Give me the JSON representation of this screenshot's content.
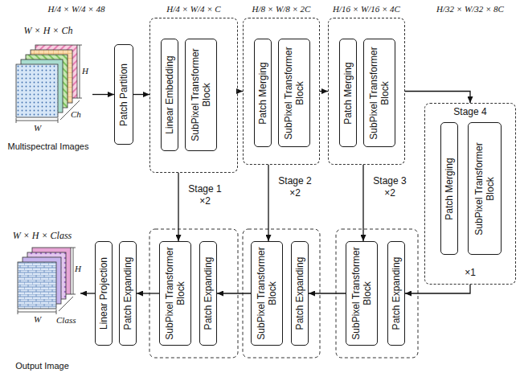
{
  "diagram": {
    "nodes": [
      {
        "text": [
          "W × H × Ch",
          "Multispectral Images"
        ]
      },
      {
        "text": [
          "Patch Partition"
        ]
      },
      {
        "text": [
          "Stage 1 ×2"
        ]
      },
      {
        "text": [
          "Linear Embedding"
        ],
        "in": 2
      },
      {
        "text": [
          "SubPixel Transformer Block"
        ],
        "in": 2
      },
      {
        "text": [
          "Stage 2 ×2"
        ]
      },
      {
        "text": [
          "Patch Merging"
        ],
        "in": 5
      },
      {
        "text": [
          "SubPixel Transformer Block"
        ],
        "in": 5
      },
      {
        "text": [
          "Stage 3 ×2"
        ]
      },
      {
        "text": [
          "Patch Merging"
        ],
        "in": 8
      },
      {
        "text": [
          "SubPixel Transformer Block"
        ],
        "in": 8
      },
      {
        "text": [
          "Stage 4",
          "×1"
        ]
      },
      {
        "text": [
          "Patch Merging"
        ],
        "in": 11
      },
      {
        "text": [
          "SubPixel Transformer Block"
        ],
        "in": 11
      },
      {
        "text": [
          "Linear Projection"
        ]
      },
      {
        "text": [
          "Patch Expanding"
        ]
      },
      {
        "text": [
          "SubPixel Transformer Block"
        ]
      },
      {
        "text": [
          "Patch Expanding"
        ]
      },
      {
        "text": [
          "SubPixel Transformer Block"
        ]
      },
      {
        "text": [
          "Patch Expanding"
        ]
      },
      {
        "text": [
          "SubPixel Transformer Block"
        ]
      },
      {
        "text": [
          "Patch Expanding"
        ]
      },
      {
        "text": [
          "W × H × Class",
          "Output Image"
        ]
      }
    ],
    "edges": [
      {
        "from": 0,
        "to": 1,
        "arrow": "to"
      },
      {
        "from": 1,
        "to": 2,
        "arrow": "to"
      },
      {
        "from": 2,
        "to": 5,
        "arrow": "to"
      },
      {
        "from": 5,
        "to": 8,
        "arrow": "to"
      },
      {
        "from": 8,
        "to": 11,
        "arrow": "to"
      },
      {
        "from": 2,
        "to": 16,
        "arrow": "to"
      },
      {
        "from": 5,
        "to": 18,
        "arrow": "to"
      },
      {
        "from": 8,
        "to": 20,
        "arrow": "to"
      },
      {
        "from": 11,
        "to": 21,
        "arrow": "to"
      },
      {
        "from": 20,
        "to": 19,
        "arrow": "to"
      },
      {
        "from": 18,
        "to": 17,
        "arrow": "to"
      },
      {
        "from": 16,
        "to": 15,
        "arrow": "to"
      },
      {
        "from": 14,
        "to": 22,
        "arrow": "to"
      }
    ],
    "labels": [
      "H/4 × W/4 × 48",
      "H/4 × W/4 × C",
      "H/8 × W/8 × 2C",
      "H/16 × W/16 × 4C",
      "H/32 × W/32 × 8C",
      "H",
      "W",
      "Ch",
      "H",
      "W",
      "Class"
    ]
  }
}
